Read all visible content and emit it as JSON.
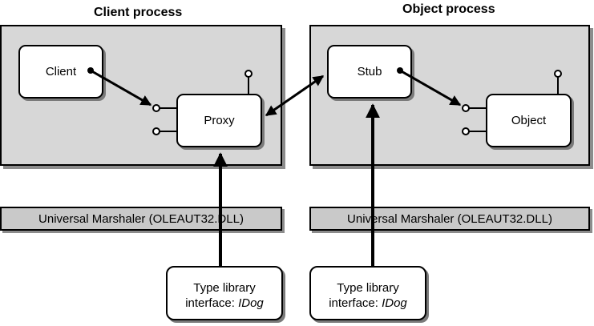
{
  "client_process": {
    "heading": "Client process",
    "client_label": "Client",
    "proxy_label": "Proxy",
    "marshaler_label": "Universal Marshaler (OLEAUT32.DLL)",
    "typelib_line1": "Type library",
    "typelib_prefix": "interface: ",
    "typelib_interface": "IDog"
  },
  "object_process": {
    "heading": "Object process",
    "stub_label": "Stub",
    "object_label": "Object",
    "marshaler_label": "Universal Marshaler (OLEAUT32.DLL)",
    "typelib_line1": "Type library",
    "typelib_prefix": "interface: ",
    "typelib_interface": "IDog"
  },
  "colors": {
    "process_fill": "#d7d7d7",
    "marshaler_fill": "#c9c9c9",
    "line": "#000000"
  }
}
